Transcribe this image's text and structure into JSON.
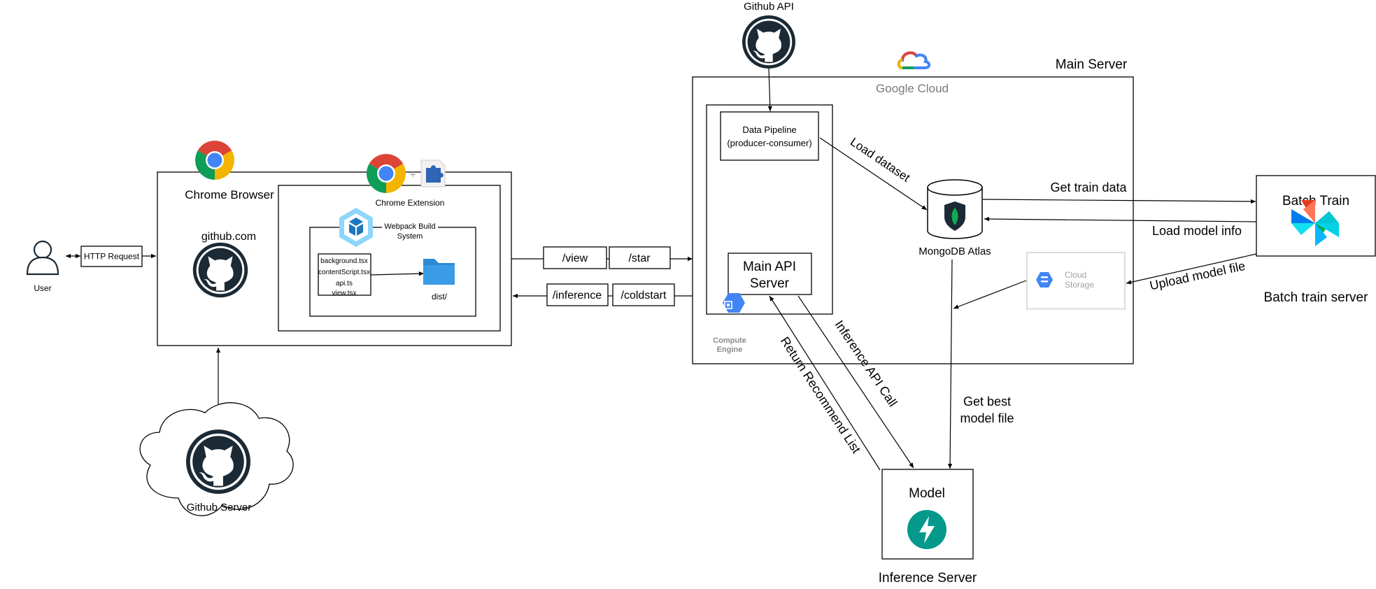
{
  "nodes": {
    "user": "User",
    "http_request": "HTTP Request",
    "chrome_browser": "Chrome Browser",
    "github_com": "github.com",
    "chrome_extension": "Chrome Extension",
    "webpack": [
      "Webpack Build",
      "System"
    ],
    "files": [
      "background.tsx",
      "contentScript.tsx",
      "api.ts",
      "view.tsx"
    ],
    "dist": "dist/",
    "github_server": "Github Server",
    "github_api": "Github API",
    "main_server": "Main Server",
    "google_cloud": "Google Cloud",
    "data_pipeline": [
      "Data Pipeline",
      "(producer-consumer)"
    ],
    "main_api_server": [
      "Main API",
      "Server"
    ],
    "compute_engine": [
      "Compute",
      "Engine"
    ],
    "mongodb_atlas": "MongoDB Atlas",
    "cloud_storage": [
      "Cloud",
      "Storage"
    ],
    "batch_train": "Batch Train",
    "batch_train_server": "Batch train server",
    "model": "Model",
    "inference_server": "Inference Server"
  },
  "endpoints": {
    "view": "/view",
    "star": "/star",
    "inference": "/inference",
    "coldstart": "/coldstart"
  },
  "edges": {
    "load_dataset": "Load dataset",
    "get_train_data": "Get train data",
    "load_model_info": "Load model info",
    "upload_model_file": "Upload model file",
    "get_best_model_file": [
      "Get best",
      "model file"
    ],
    "inference_api_call": "Inference API Call",
    "return_recommend_list": "Return Recommend List"
  },
  "colors": {
    "github_dark": "#1b2a35",
    "chrome_red": "#db4437",
    "chrome_yellow": "#f4b400",
    "chrome_green": "#0f9d58",
    "chrome_blue": "#4285f4",
    "webpack_blue": "#8ed6fb",
    "webpack_dark": "#1c78c0",
    "folder_blue": "#2b8ad6",
    "gcp_blue": "#4285f4",
    "mongo_green": "#13aa52",
    "fastapi_teal": "#05998b",
    "cloud_storage_text": "#a0a0a0",
    "google_cloud_text": "#7a7a7a"
  }
}
